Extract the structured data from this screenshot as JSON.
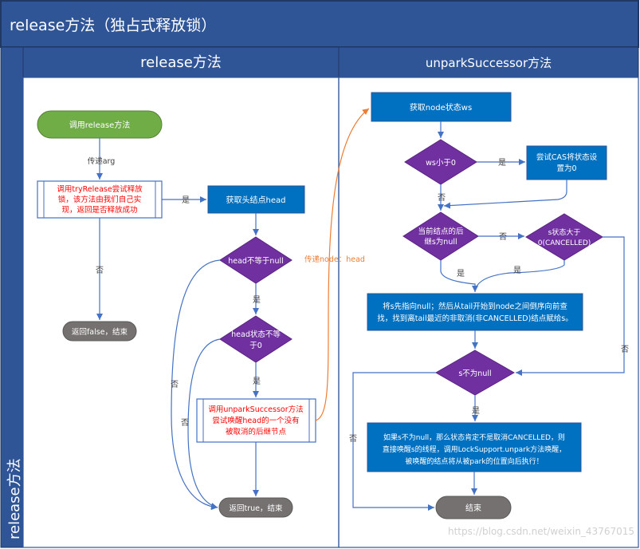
{
  "colors": {
    "header_blue": "#2f5597",
    "header_border": "#1f3864",
    "process_blue": "#0070c0",
    "decision_purple": "#7030a0",
    "start_green": "#70ad47",
    "end_gray": "#767171",
    "arrow": "#4472c4",
    "orange": "#ed7d31",
    "red_text": "#ff0000",
    "white": "#ffffff"
  },
  "header": {
    "title": "release方法（独占式释放锁）",
    "vertical_title": "release方法"
  },
  "lanes": {
    "left_title": "release方法",
    "right_title": "unparkSuccessor方法"
  },
  "left_nodes": {
    "start": "调用release方法",
    "try_release": [
      "调用tryRelease尝试释放",
      "锁，该方法由我们自己实",
      "现，返回是否释放成功"
    ],
    "get_head": "获取头结点head",
    "head_not_null": "head不等于null",
    "head_status": [
      "head状态不等",
      "于0"
    ],
    "call_unpark": [
      "调用unparkSuccessor方法",
      "尝试唤醒head的一个没有",
      "被取消的后继节点"
    ],
    "return_false": "返回false，结束",
    "return_true": "返回true，结束"
  },
  "left_labels": {
    "pass_arg": "传递arg",
    "yes1": "是",
    "no1": "否",
    "yes2": "是",
    "yes3": "是",
    "no2": "否",
    "no3": "否",
    "pass_node": "传递node：head"
  },
  "right_nodes": {
    "get_ws": "获取node状态ws",
    "ws_lt_0": "ws小于0",
    "cas": [
      "尝试CAS将状态设",
      "置为0"
    ],
    "next_null": [
      "当前结点的后",
      "继s为null"
    ],
    "s_cancelled": [
      "s状态大于",
      "0(CANCELLED)"
    ],
    "traverse": [
      "将s先指向null；然后从tail开始到node之间倒序向前查",
      "找，找到离tail最近的非取消(非CANCELLED)结点赋给s。"
    ],
    "s_not_null": "s不为null",
    "unpark": [
      "如果s不为null，那么状态肯定不是取消CANCELLED，则",
      "直接唤醒s的线程，调用LockSupport.unpark方法唤醒，",
      "被唤醒的结点将从被park的位置向后执行！"
    ],
    "end": "结束"
  },
  "right_labels": {
    "yes_cas": "是",
    "no_ws": "否",
    "no_next": "否",
    "yes_next": "是",
    "yes_cancel": "是",
    "no_cancel": "否",
    "yes_s": "是",
    "no_s": "否"
  },
  "watermark": "https://blog.csdn.net/weixin_43767015"
}
